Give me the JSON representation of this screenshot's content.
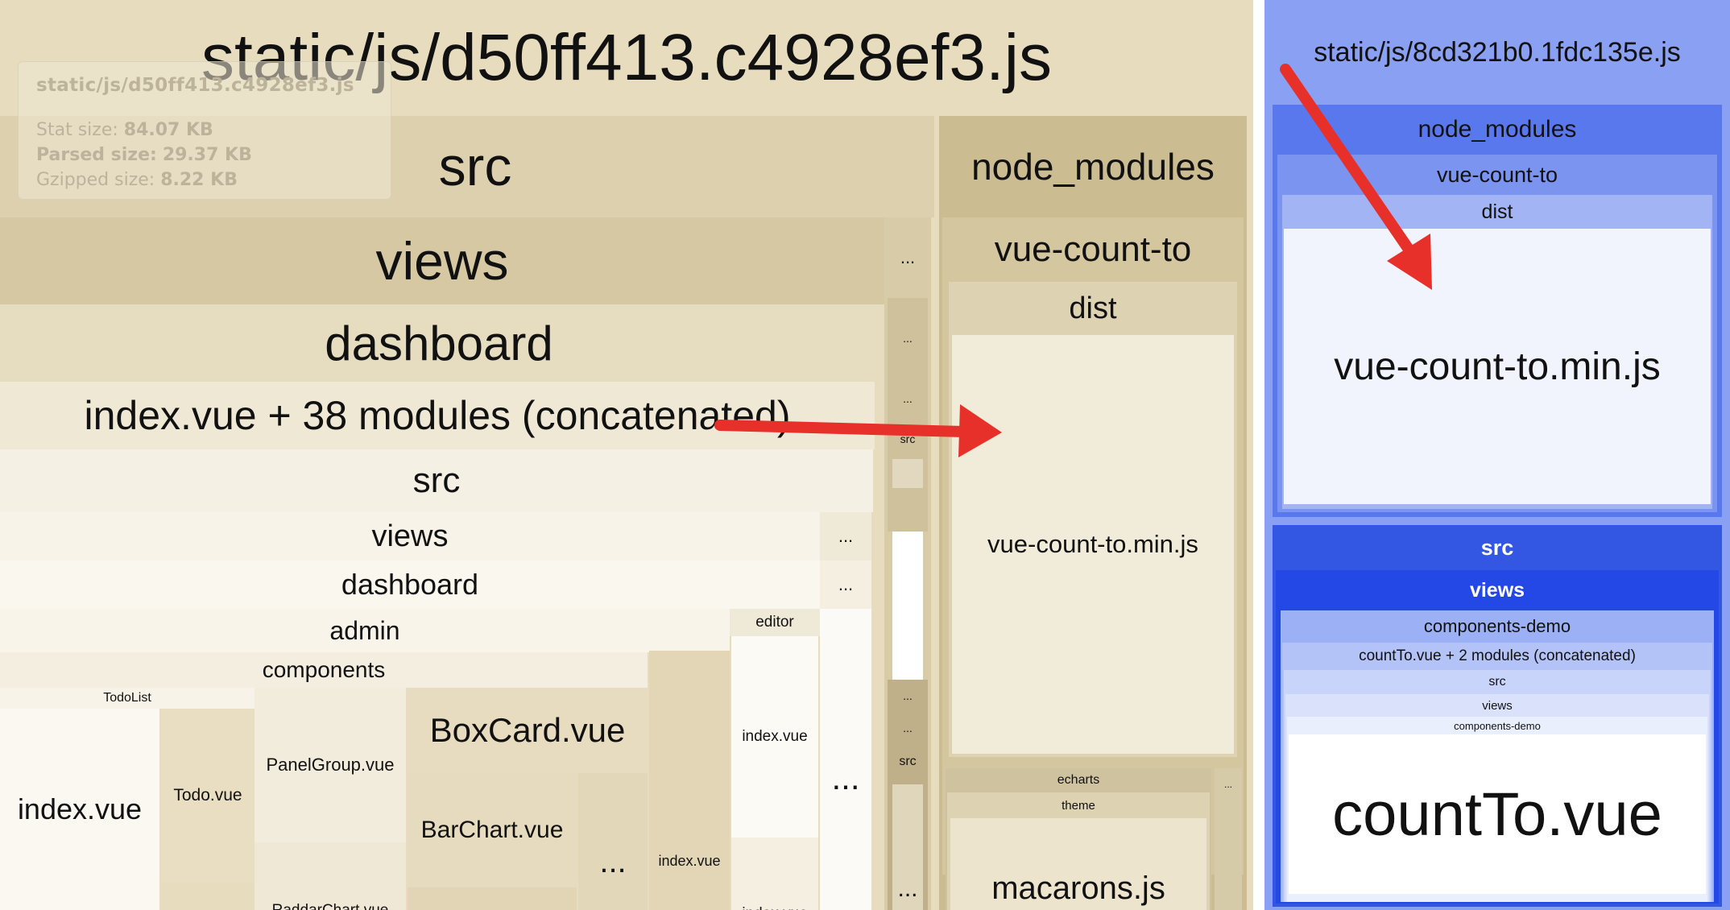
{
  "left_chunk": {
    "title": "static/js/d50ff413.c4928ef3.js",
    "tooltip": {
      "title": "static/js/d50ff413.c4928ef3.js",
      "stat_label": "Stat size:",
      "stat_value": "84.07 KB",
      "parsed_label": "Parsed size:",
      "parsed_value": "29.37 KB",
      "gzip_label": "Gzipped size:",
      "gzip_value": "8.22 KB"
    },
    "src": "src",
    "views": "views",
    "dashboard": "dashboard",
    "concatenated": "index.vue + 38 modules (concatenated)",
    "inner_src": "src",
    "inner_views": "views",
    "inner_dashboard": "dashboard",
    "admin": "admin",
    "editor": "editor",
    "components": "components",
    "todolist": "TodoList",
    "index_vue_large": "index.vue",
    "todo_vue": "Todo.vue",
    "panelgroup_vue": "PanelGroup.vue",
    "raddarchart_vue": "RaddarChart.vue",
    "boxcard_vue": "BoxCard.vue",
    "barchart_vue": "BarChart.vue",
    "more": "...",
    "index_vue_mid": "index.vue",
    "index_vue_editor": "index.vue",
    "index_vue_editor2": "index.vue",
    "node_modules": "node_modules",
    "vue_count_to": "vue-count-to",
    "dist": "dist",
    "vue_count_to_min": "vue-count-to.min.js",
    "echarts": "echarts",
    "theme": "theme",
    "macarons": "macarons.js",
    "strip_src": "src"
  },
  "right_chunk": {
    "title": "static/js/8cd321b0.1fdc135e.js",
    "node_modules": "node_modules",
    "vue_count_to": "vue-count-to",
    "dist": "dist",
    "vue_count_to_min": "vue-count-to.min.js",
    "src": "src",
    "views": "views",
    "components_demo": "components-demo",
    "concatenated": "countTo.vue + 2 modules (concatenated)",
    "inner_src": "src",
    "inner_views": "views",
    "inner_components_demo": "components-demo",
    "countto_vue": "countTo.vue"
  },
  "colors": {
    "left_bg": "#e7dcbd",
    "right_bg": "#8aa0f2",
    "arrow": "#e8302a"
  }
}
